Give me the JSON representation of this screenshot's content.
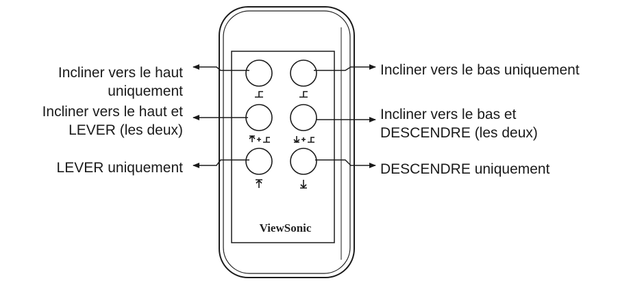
{
  "remote": {
    "brand": "ViewSonic"
  },
  "labels": {
    "tilt_up_only": [
      "Incliner vers le haut",
      "uniquement"
    ],
    "tilt_down_only": "Incliner vers le bas uniquement",
    "tilt_up_and_raise": [
      "Incliner vers le haut et",
      "LEVER (les deux)"
    ],
    "tilt_down_and_lower": [
      "Incliner vers le bas et",
      "DESCENDRE (les deux)"
    ],
    "raise_only": "LEVER uniquement",
    "lower_only": "DESCENDRE uniquement"
  },
  "button_symbols": {
    "row1_left": "tilt-up-icon",
    "row1_right": "tilt-down-icon",
    "row2_left": "raise-plus-tilt-icon",
    "row2_right": "lower-plus-tilt-icon",
    "row3_left": "raise-icon",
    "row3_right": "lower-icon"
  },
  "colors": {
    "stroke": "#1a1a1a",
    "background": "#ffffff"
  }
}
